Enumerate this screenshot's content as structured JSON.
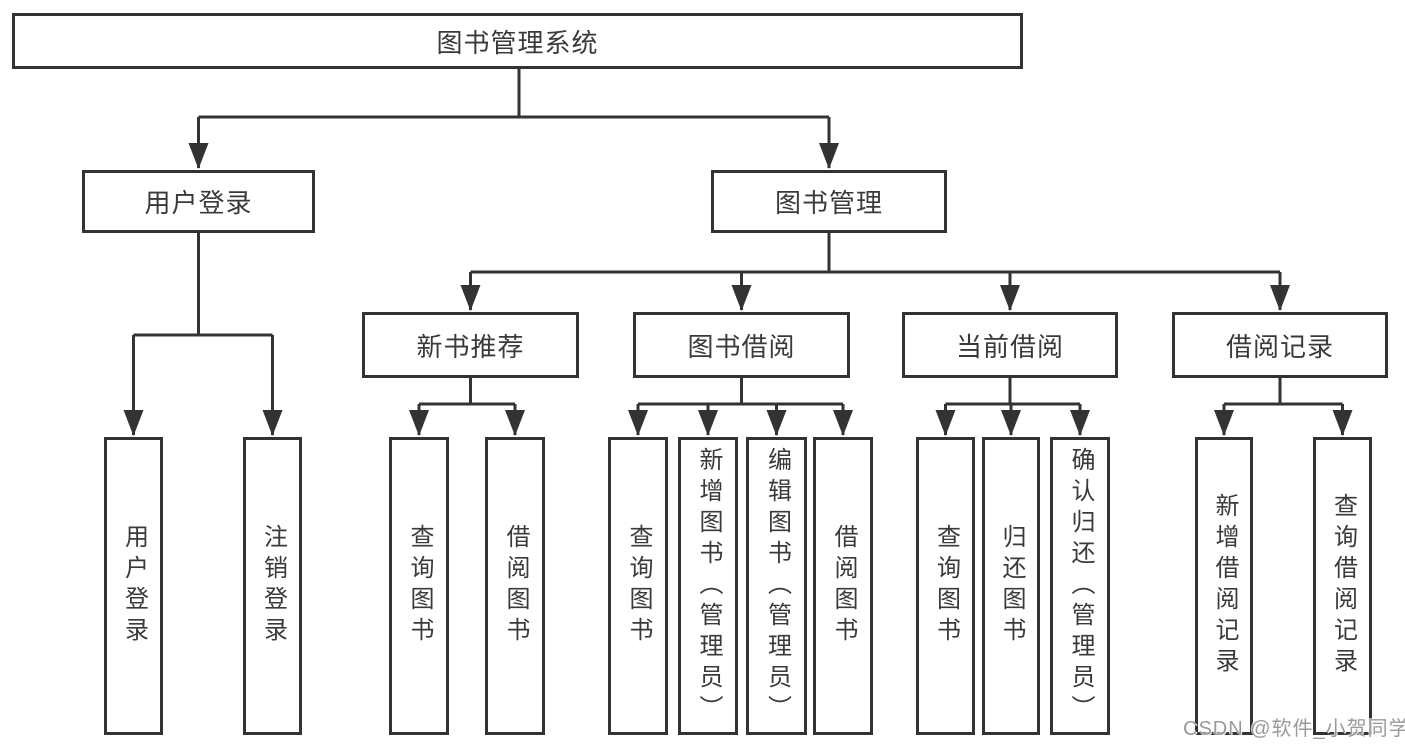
{
  "colors": {
    "line": "#333333",
    "text": "#3a3a3a",
    "box_bg": "#ffffff",
    "watermark": "#9a9a9a"
  },
  "diagram": {
    "title_node": "图书管理系统",
    "level2": {
      "user_login": "用户登录",
      "book_management": "图书管理"
    },
    "level3": {
      "new_book_recommend": "新书推荐",
      "book_borrow": "图书借阅",
      "current_borrow": "当前借阅",
      "borrow_records": "借阅记录"
    },
    "leaves": {
      "user_login": [
        "用户登录",
        "注销登录"
      ],
      "new_book_recommend": [
        "查询图书",
        "借阅图书"
      ],
      "book_borrow": [
        "查询图书",
        "新增图书（管理员）",
        "编辑图书（管理员）",
        "借阅图书"
      ],
      "current_borrow": [
        "查询图书",
        "归还图书",
        "确认归还（管理员）"
      ],
      "borrow_records": [
        "新增借阅记录",
        "查询借阅记录"
      ]
    }
  },
  "watermark": {
    "text": "CSDN @软件_小贺同学"
  }
}
